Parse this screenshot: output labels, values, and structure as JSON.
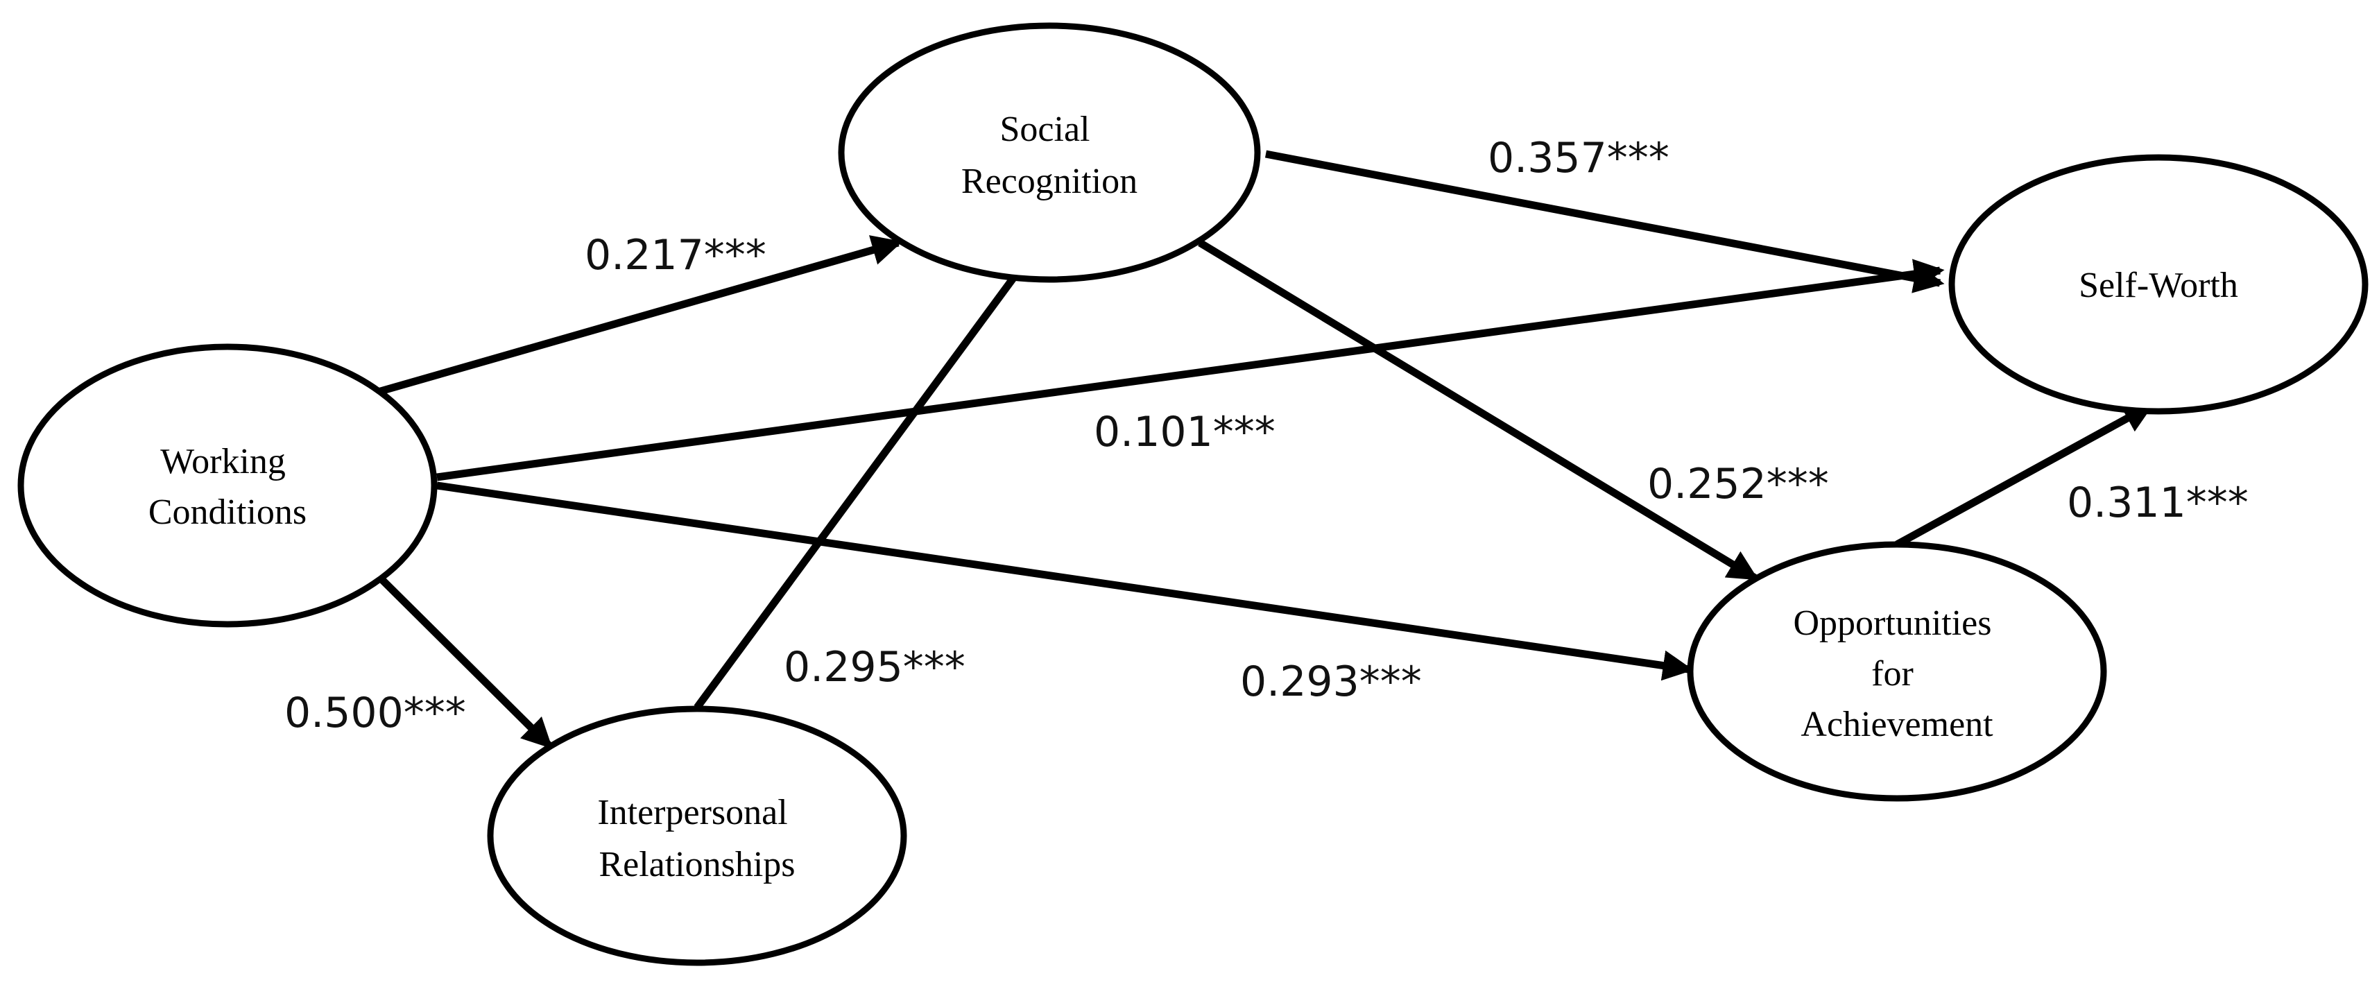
{
  "nodes": {
    "working_conditions": {
      "lines": [
        "Working",
        "Conditions"
      ]
    },
    "social_recognition": {
      "lines": [
        "Social",
        "Recognition"
      ]
    },
    "interpersonal_relationships": {
      "lines": [
        "Interpersonal",
        "Relationships"
      ]
    },
    "self_worth": {
      "lines": [
        "Self-Worth"
      ]
    },
    "opportunities_for_achievement": {
      "lines": [
        "Opportunities",
        "for",
        "Achievement"
      ]
    }
  },
  "edges": {
    "wc_to_sr": {
      "from": "Working Conditions",
      "to": "Social Recognition",
      "label": "0.217***"
    },
    "wc_to_sw": {
      "from": "Working Conditions",
      "to": "Self-Worth",
      "label": "0.101***"
    },
    "wc_to_oa": {
      "from": "Working Conditions",
      "to": "Opportunities for Achievement",
      "label": "0.293***"
    },
    "wc_to_ir": {
      "from": "Working Conditions",
      "to": "Interpersonal Relationships",
      "label": "0.500***"
    },
    "ir_to_sr": {
      "from": "Interpersonal Relationships",
      "to": "Social Recognition",
      "label": "0.295***"
    },
    "sr_to_sw": {
      "from": "Social Recognition",
      "to": "Self-Worth",
      "label": "0.357***"
    },
    "sr_to_oa": {
      "from": "Social Recognition",
      "to": "Opportunities for Achievement",
      "label": "0.252***"
    },
    "oa_to_sw": {
      "from": "Opportunities for Achievement",
      "to": "Self-Worth",
      "label": "0.311***"
    }
  },
  "colors": {
    "stroke": "#000000",
    "text": "#000000",
    "background": "#ffffff"
  }
}
